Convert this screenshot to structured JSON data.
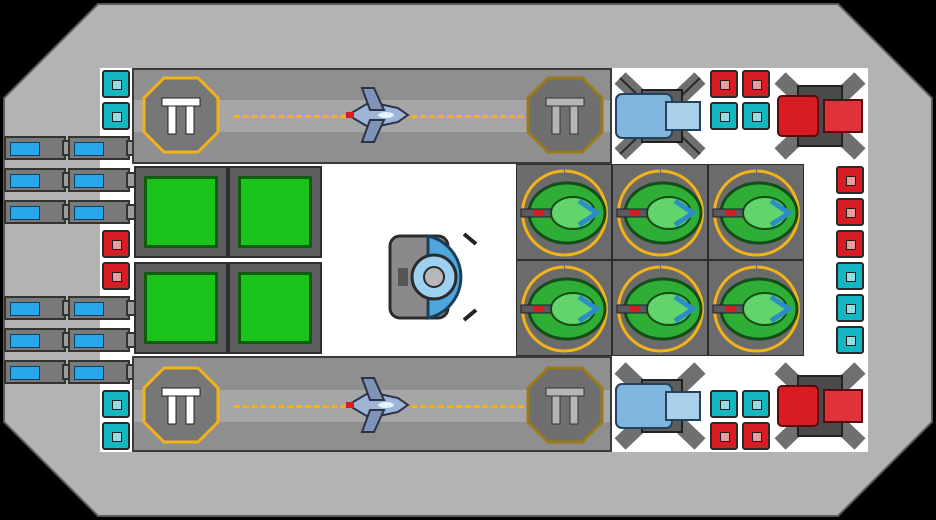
{
  "colors": {
    "hull": "#b3b3b3",
    "hull_edge": "#555555",
    "runway": "#8f8f8f",
    "landing_marker": "#f2b21b",
    "storage": "#1cc21c",
    "fighter": "#2fae37",
    "module_cyan": "#16b5c4",
    "module_red": "#d81c24",
    "thruster": "#2aa6ea"
  },
  "hangar": {
    "runways": [
      {
        "name": "top-runway",
        "ship": "interceptor-icon",
        "pads": [
          "landing-pad-icon",
          "landing-pad-icon"
        ]
      },
      {
        "name": "bottom-runway",
        "ship": "interceptor-icon",
        "pads": [
          "landing-pad-icon",
          "landing-pad-icon"
        ]
      }
    ],
    "storage_bays": 4,
    "fighter_bays": 6,
    "core": "command-core-icon",
    "turrets": {
      "cyan": 2,
      "red": 2
    }
  }
}
